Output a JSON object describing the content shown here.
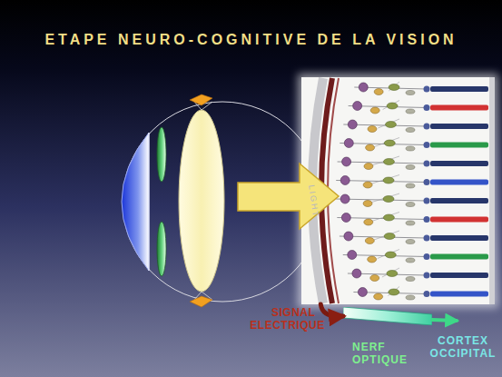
{
  "diagram": {
    "title": "ETAPE NEURO-COGNITIVE DE LA VISION",
    "nodes": [
      {
        "text": [
          "LIGHT"
        ]
      },
      {
        "text": [
          "NERF OPTIQUE"
        ]
      },
      {
        "text": [
          "CORTEX OCCIPITAL"
        ]
      }
    ],
    "edges": [
      {
        "from": 0,
        "to": 1,
        "arrow": "to",
        "label": "SIGNAL ELECTRIQUE"
      },
      {
        "from": 1,
        "to": 2,
        "arrow": "to"
      }
    ]
  }
}
